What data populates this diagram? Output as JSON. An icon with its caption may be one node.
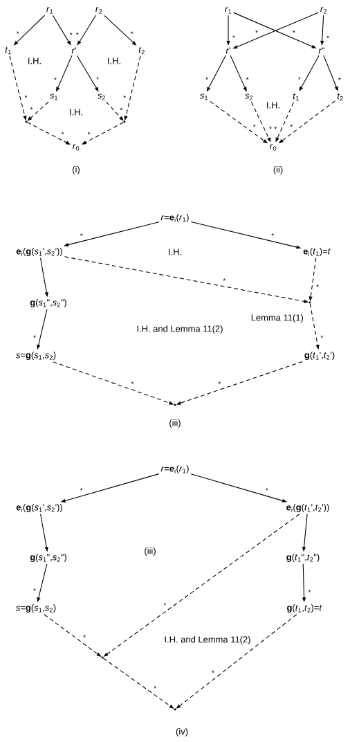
{
  "diagram": {
    "nodes": [
      {
        "text": [
          "*r*$_{1}$"
        ]
      },
      {
        "text": [
          "*r*$_{2}$"
        ]
      },
      {
        "text": [
          "*t*$_{1}$"
        ]
      },
      {
        "text": [
          "*r*'"
        ]
      },
      {
        "text": [
          "*t*$_{2}$"
        ]
      },
      {
        "text": [
          "*s*$_{1}$"
        ]
      },
      {
        "text": [
          "*s*$_{2}$"
        ]
      },
      {
        "text": [],
        "shape": "point"
      },
      {
        "text": [],
        "shape": "point"
      },
      {
        "text": [
          "*r*$_{0}$"
        ]
      },
      {
        "text": [
          "*r*$_{1}$"
        ]
      },
      {
        "text": [
          "*r*$_{2}$"
        ]
      },
      {
        "text": [
          "*r*'"
        ]
      },
      {
        "text": [
          "*r*\""
        ]
      },
      {
        "text": [
          "*s*$_{1}$"
        ]
      },
      {
        "text": [
          "*s*$_{2}$"
        ]
      },
      {
        "text": [
          "*t*$_{1}$"
        ]
      },
      {
        "text": [
          "*t*$_{2}$"
        ]
      },
      {
        "text": [
          "*r*$_{0}$"
        ]
      },
      {
        "text": [
          "*r*=**e**$_{i}$(*r*$_{1}$)"
        ]
      },
      {
        "text": [
          "**e**$_{i}$(**g**(*s*$_{1}$',*s*$_{2}$'))"
        ]
      },
      {
        "text": [
          "**e**$_{i}$(*t*$_{1}$)=*t*"
        ]
      },
      {
        "text": [
          "**g**(*s*$_{1}$\",*s*$_{2}$\")"
        ]
      },
      {
        "text": [
          "**g**(*t*$_{1}$',*t*$_{2}$')"
        ]
      },
      {
        "text": [
          "*s*=**g**(*s*$_{1}$,*s*$_{2}$)"
        ]
      },
      {
        "text": [],
        "shape": "point"
      },
      {
        "text": [],
        "shape": "point"
      },
      {
        "text": [
          "*r*=**e**$_{i}$(*r*$_{1}$)"
        ]
      },
      {
        "text": [
          "**e**$_{i}$(**g**(*s*$_{1}$',*s*$_{2}$'))"
        ]
      },
      {
        "text": [
          "**e**$_{i}$(**g**(*t*$_{1}$',*t*$_{2}$'))"
        ]
      },
      {
        "text": [
          "**g**(*s*$_{1}$\",*s*$_{2}$\")"
        ]
      },
      {
        "text": [
          "**g**(*t*$_{1}$\",*t*$_{2}$\")"
        ]
      },
      {
        "text": [
          "*s*=**g**(*s*$_{1}$,*s*$_{2}$)"
        ]
      },
      {
        "text": [
          "**g**(*t*$_{1}$,*t*$_{2}$)=*t*"
        ]
      },
      {
        "text": [],
        "shape": "point"
      },
      {
        "text": [],
        "shape": "point"
      }
    ],
    "edges": [
      {
        "from": 0,
        "to": 2,
        "arrow": "to",
        "label": "*"
      },
      {
        "from": 0,
        "to": 3,
        "arrow": "to",
        "label": "*"
      },
      {
        "from": 1,
        "to": 3,
        "arrow": "to",
        "label": "*"
      },
      {
        "from": 1,
        "to": 4,
        "arrow": "to",
        "label": "*"
      },
      {
        "from": 3,
        "to": 5,
        "arrow": "to",
        "label": "*"
      },
      {
        "from": 3,
        "to": 6,
        "arrow": "to",
        "label": "*"
      },
      {
        "from": 2,
        "to": 7,
        "arrow": "to",
        "label": "*",
        "style": "dashed"
      },
      {
        "from": 5,
        "to": 7,
        "arrow": "to",
        "label": "*",
        "style": "dashed"
      },
      {
        "from": 4,
        "to": 8,
        "arrow": "to",
        "label": "*",
        "style": "dashed"
      },
      {
        "from": 6,
        "to": 8,
        "arrow": "to",
        "label": "*",
        "style": "dashed"
      },
      {
        "from": 7,
        "to": 9,
        "arrow": "to",
        "label": "*",
        "style": "dashed"
      },
      {
        "from": 8,
        "to": 9,
        "arrow": "to",
        "label": "*",
        "style": "dashed"
      },
      {
        "from": 10,
        "to": 12,
        "arrow": "to",
        "label": "*"
      },
      {
        "from": 10,
        "to": 13,
        "arrow": "to",
        "label": "*"
      },
      {
        "from": 11,
        "to": 12,
        "arrow": "to",
        "label": "*"
      },
      {
        "from": 11,
        "to": 13,
        "arrow": "to",
        "label": "*"
      },
      {
        "from": 12,
        "to": 14,
        "arrow": "to",
        "label": "*"
      },
      {
        "from": 12,
        "to": 15,
        "arrow": "to",
        "label": "*"
      },
      {
        "from": 13,
        "to": 16,
        "arrow": "to",
        "label": "*"
      },
      {
        "from": 13,
        "to": 17,
        "arrow": "to",
        "label": "*"
      },
      {
        "from": 14,
        "to": 18,
        "arrow": "to",
        "label": "*",
        "style": "dashed"
      },
      {
        "from": 15,
        "to": 18,
        "arrow": "to",
        "label": "*",
        "style": "dashed"
      },
      {
        "from": 16,
        "to": 18,
        "arrow": "to",
        "label": "*",
        "style": "dashed"
      },
      {
        "from": 17,
        "to": 18,
        "arrow": "to",
        "label": "*",
        "style": "dashed"
      },
      {
        "from": 19,
        "to": 20,
        "arrow": "to",
        "label": "*"
      },
      {
        "from": 19,
        "to": 21,
        "arrow": "to",
        "label": "*"
      },
      {
        "from": 20,
        "to": 22,
        "arrow": "to"
      },
      {
        "from": 22,
        "to": 24,
        "arrow": "to",
        "label": "*"
      },
      {
        "from": 20,
        "to": 26,
        "arrow": "to",
        "label": "*",
        "style": "dashed"
      },
      {
        "from": 21,
        "to": 26,
        "arrow": "to",
        "label": "*",
        "style": "dashed"
      },
      {
        "from": 26,
        "to": 23,
        "arrow": "to",
        "label": "*",
        "style": "dashed"
      },
      {
        "from": 24,
        "to": 25,
        "arrow": "to",
        "label": "*",
        "style": "dashed"
      },
      {
        "from": 23,
        "to": 25,
        "arrow": "to",
        "label": "*",
        "style": "dashed"
      },
      {
        "from": 27,
        "to": 28,
        "arrow": "to",
        "label": "*"
      },
      {
        "from": 27,
        "to": 29,
        "arrow": "to",
        "label": "*"
      },
      {
        "from": 28,
        "to": 30,
        "arrow": "to"
      },
      {
        "from": 30,
        "to": 32,
        "arrow": "to",
        "label": "*"
      },
      {
        "from": 29,
        "to": 31,
        "arrow": "to"
      },
      {
        "from": 31,
        "to": 33,
        "arrow": "to",
        "label": "*"
      },
      {
        "from": 32,
        "to": 34,
        "arrow": "to",
        "label": "*",
        "style": "dashed"
      },
      {
        "from": 29,
        "to": 34,
        "arrow": "to",
        "label": "*",
        "style": "dashed"
      },
      {
        "from": 34,
        "to": 35,
        "arrow": "to",
        "label": "*",
        "style": "dashed"
      },
      {
        "from": 33,
        "to": 35,
        "arrow": "to",
        "label": "*",
        "style": "dashed"
      }
    ],
    "labels": [
      "I.H.",
      "I.H.",
      "I.H.",
      "I.H.",
      "(i)",
      "(ii)",
      "I.H.",
      "Lemma 11(1)",
      "I.H. and Lemma 11(2)",
      "(iii)",
      "(iii)",
      "I.H. and Lemma 11(2)",
      "(iv)"
    ]
  }
}
